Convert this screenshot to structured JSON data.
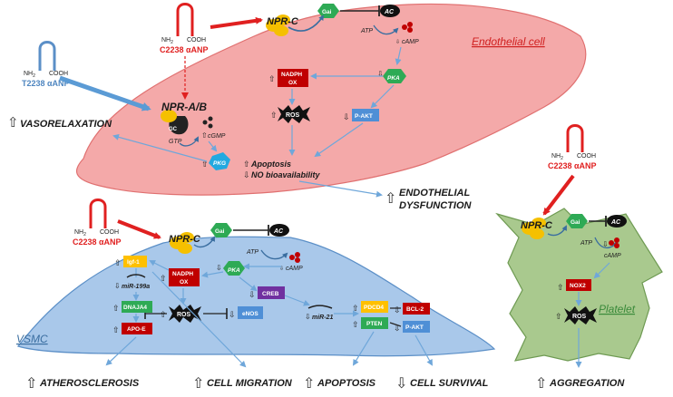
{
  "colors": {
    "endothelial_fill": "#f4a9a9",
    "vsmc_fill": "#a9c8ea",
    "platelet_fill": "#a9c98e",
    "red_arrow": "#e02020",
    "blue_arrow": "#6fa7da",
    "nadph_box": "#c00000",
    "pkt_box": "#4f8fd6",
    "green_box": "#2eaa55",
    "purple_box": "#7030a0",
    "yellow_box": "#ffc000",
    "receptor_yellow": "#f5c000"
  },
  "peptides": {
    "nh2": "NH",
    "nh2_sub": "2",
    "cooh": "COOH",
    "c2238": "C2238 αANP",
    "t2238": "T2238 αANP"
  },
  "endothelial": {
    "cell_label": "Endothelial cell",
    "npr_c": "NPR-C",
    "npr_ab": "NPR-A/B",
    "gai": "Gai",
    "ac": "AC",
    "atp": "ATP",
    "camp": "cAMP",
    "pka": "PKA",
    "nadph_line1": "NADPH",
    "nadph_line2": "OX",
    "ros": "ROS",
    "pakt": "P-AKT",
    "gc": "GC",
    "gtp": "GTP",
    "cgmp": "cGMP",
    "pkg": "PKG",
    "apoptosis": "Apoptosis",
    "no_bio": "NO bioavailability"
  },
  "outcomes": {
    "vasorelaxation": "VASORELAXATION",
    "endo_dys_1": "ENDOTHELIAL",
    "endo_dys_2": "DYSFUNCTION",
    "atherosclerosis": "ATHEROSCLEROSIS",
    "cell_migration": "CELL MIGRATION",
    "apoptosis": "APOPTOSIS",
    "cell_survival": "CELL SURVIVAL",
    "aggregation": "AGGREGATION"
  },
  "vsmc": {
    "cell_label": "VSMC",
    "npr_c": "NPR-C",
    "gai": "Gai",
    "ac": "AC",
    "atp": "ATP",
    "camp": "cAMP",
    "pka": "PKA",
    "nadph_line1": "NADPH",
    "nadph_line2": "OX",
    "ros": "ROS",
    "enos": "eNOS",
    "creb": "CREB",
    "mir21": "miR-21",
    "igf1": "Igf-1",
    "mir199a": "miR-199a",
    "dnaja4": "DNAJA4",
    "apoe": "APO-E",
    "pdcd4": "PDCD4",
    "pten": "PTEN",
    "bcl2": "BCL-2",
    "pakt": "P-AKT"
  },
  "platelet": {
    "cell_label": "Platelet",
    "npr_c": "NPR-C",
    "gai": "Gai",
    "ac": "AC",
    "atp": "ATP",
    "camp": "cAMP",
    "nox2": "NOX2",
    "ros": "ROS"
  }
}
